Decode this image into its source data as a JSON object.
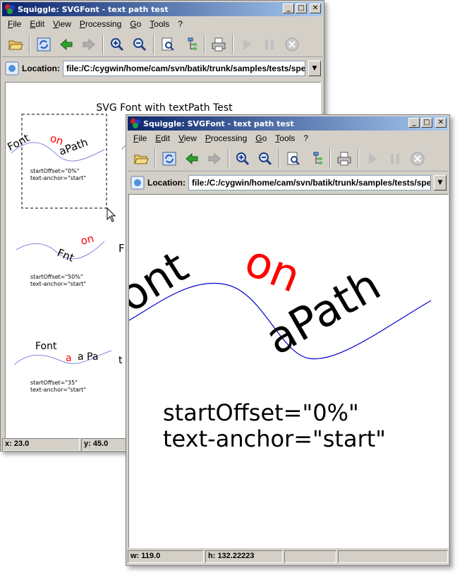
{
  "back_window": {
    "title": "Squiggle: SVGFont - text path test",
    "menu": [
      "File",
      "Edit",
      "View",
      "Processing",
      "Go",
      "Tools",
      "?"
    ],
    "location_label": "Location:",
    "location_value": "file:/C:/cygwin/home/cam/svn/batik/trunk/samples/tests/spec/",
    "canvas_title": "SVG Font with textPath Test",
    "samples": [
      {
        "path_text": "Font on aPath",
        "label1": "startOffset=\"0%\"",
        "label2": "text-anchor=\"start\""
      },
      {
        "path_text": "Fnt on",
        "label1": "startOffset=\"50%\"",
        "label2": "text-anchor=\"start\""
      },
      {
        "path_text": "Font a a Pa",
        "label1": "startOffset=\"35\"",
        "label2": "text-anchor=\"start\""
      }
    ],
    "status_x": "x: 23.0",
    "status_y": "y: 45.0"
  },
  "front_window": {
    "title": "Squiggle: SVGFont - text path test",
    "menu": [
      "File",
      "Edit",
      "View",
      "Processing",
      "Go",
      "Tools",
      "?"
    ],
    "location_label": "Location:",
    "location_value": "file:/C:/cygwin/home/cam/svn/batik/trunk/samples/tests/spec/",
    "zoomed": {
      "word1": "ont",
      "word2": "on",
      "word3": "aPath",
      "label1": "startOffset=\"0%\"",
      "label2": "text-anchor=\"start\""
    },
    "status_w": "w: 119.0",
    "status_h": "h: 132.22223"
  },
  "colors": {
    "title_gradient_start": "#0a246a",
    "title_gradient_end": "#a6caf0",
    "path_blue": "#0000cc",
    "highlight_red": "#ff0000"
  },
  "icons": [
    "open-folder-icon",
    "reload-icon",
    "back-arrow-icon",
    "forward-arrow-icon",
    "zoom-in-icon",
    "zoom-out-icon",
    "find-icon",
    "dom-tree-icon",
    "print-icon",
    "play-icon",
    "pause-icon",
    "stop-icon"
  ]
}
